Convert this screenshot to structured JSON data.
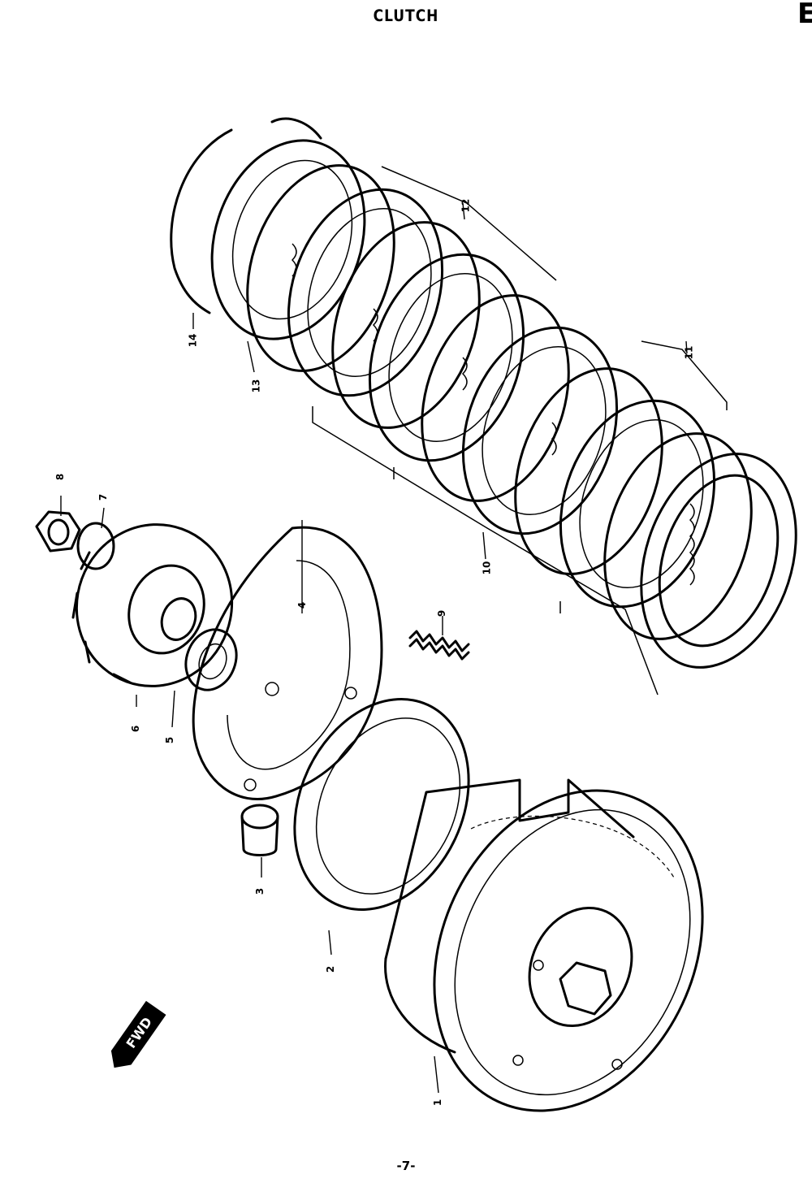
{
  "header": {
    "title": "CLUTCH",
    "corner_mark": "E"
  },
  "footer": {
    "page_number": "-7-"
  },
  "fwd_badge": {
    "text": "FWD"
  },
  "callouts": [
    {
      "id": "1",
      "label": "1"
    },
    {
      "id": "2",
      "label": "2"
    },
    {
      "id": "3",
      "label": "3"
    },
    {
      "id": "4",
      "label": "4"
    },
    {
      "id": "5",
      "label": "5"
    },
    {
      "id": "6",
      "label": "6"
    },
    {
      "id": "7",
      "label": "7"
    },
    {
      "id": "8",
      "label": "8"
    },
    {
      "id": "9",
      "label": "9"
    },
    {
      "id": "10",
      "label": "10"
    },
    {
      "id": "11",
      "label": "11"
    },
    {
      "id": "12",
      "label": "12"
    },
    {
      "id": "13",
      "label": "13"
    },
    {
      "id": "14",
      "label": "14"
    }
  ]
}
